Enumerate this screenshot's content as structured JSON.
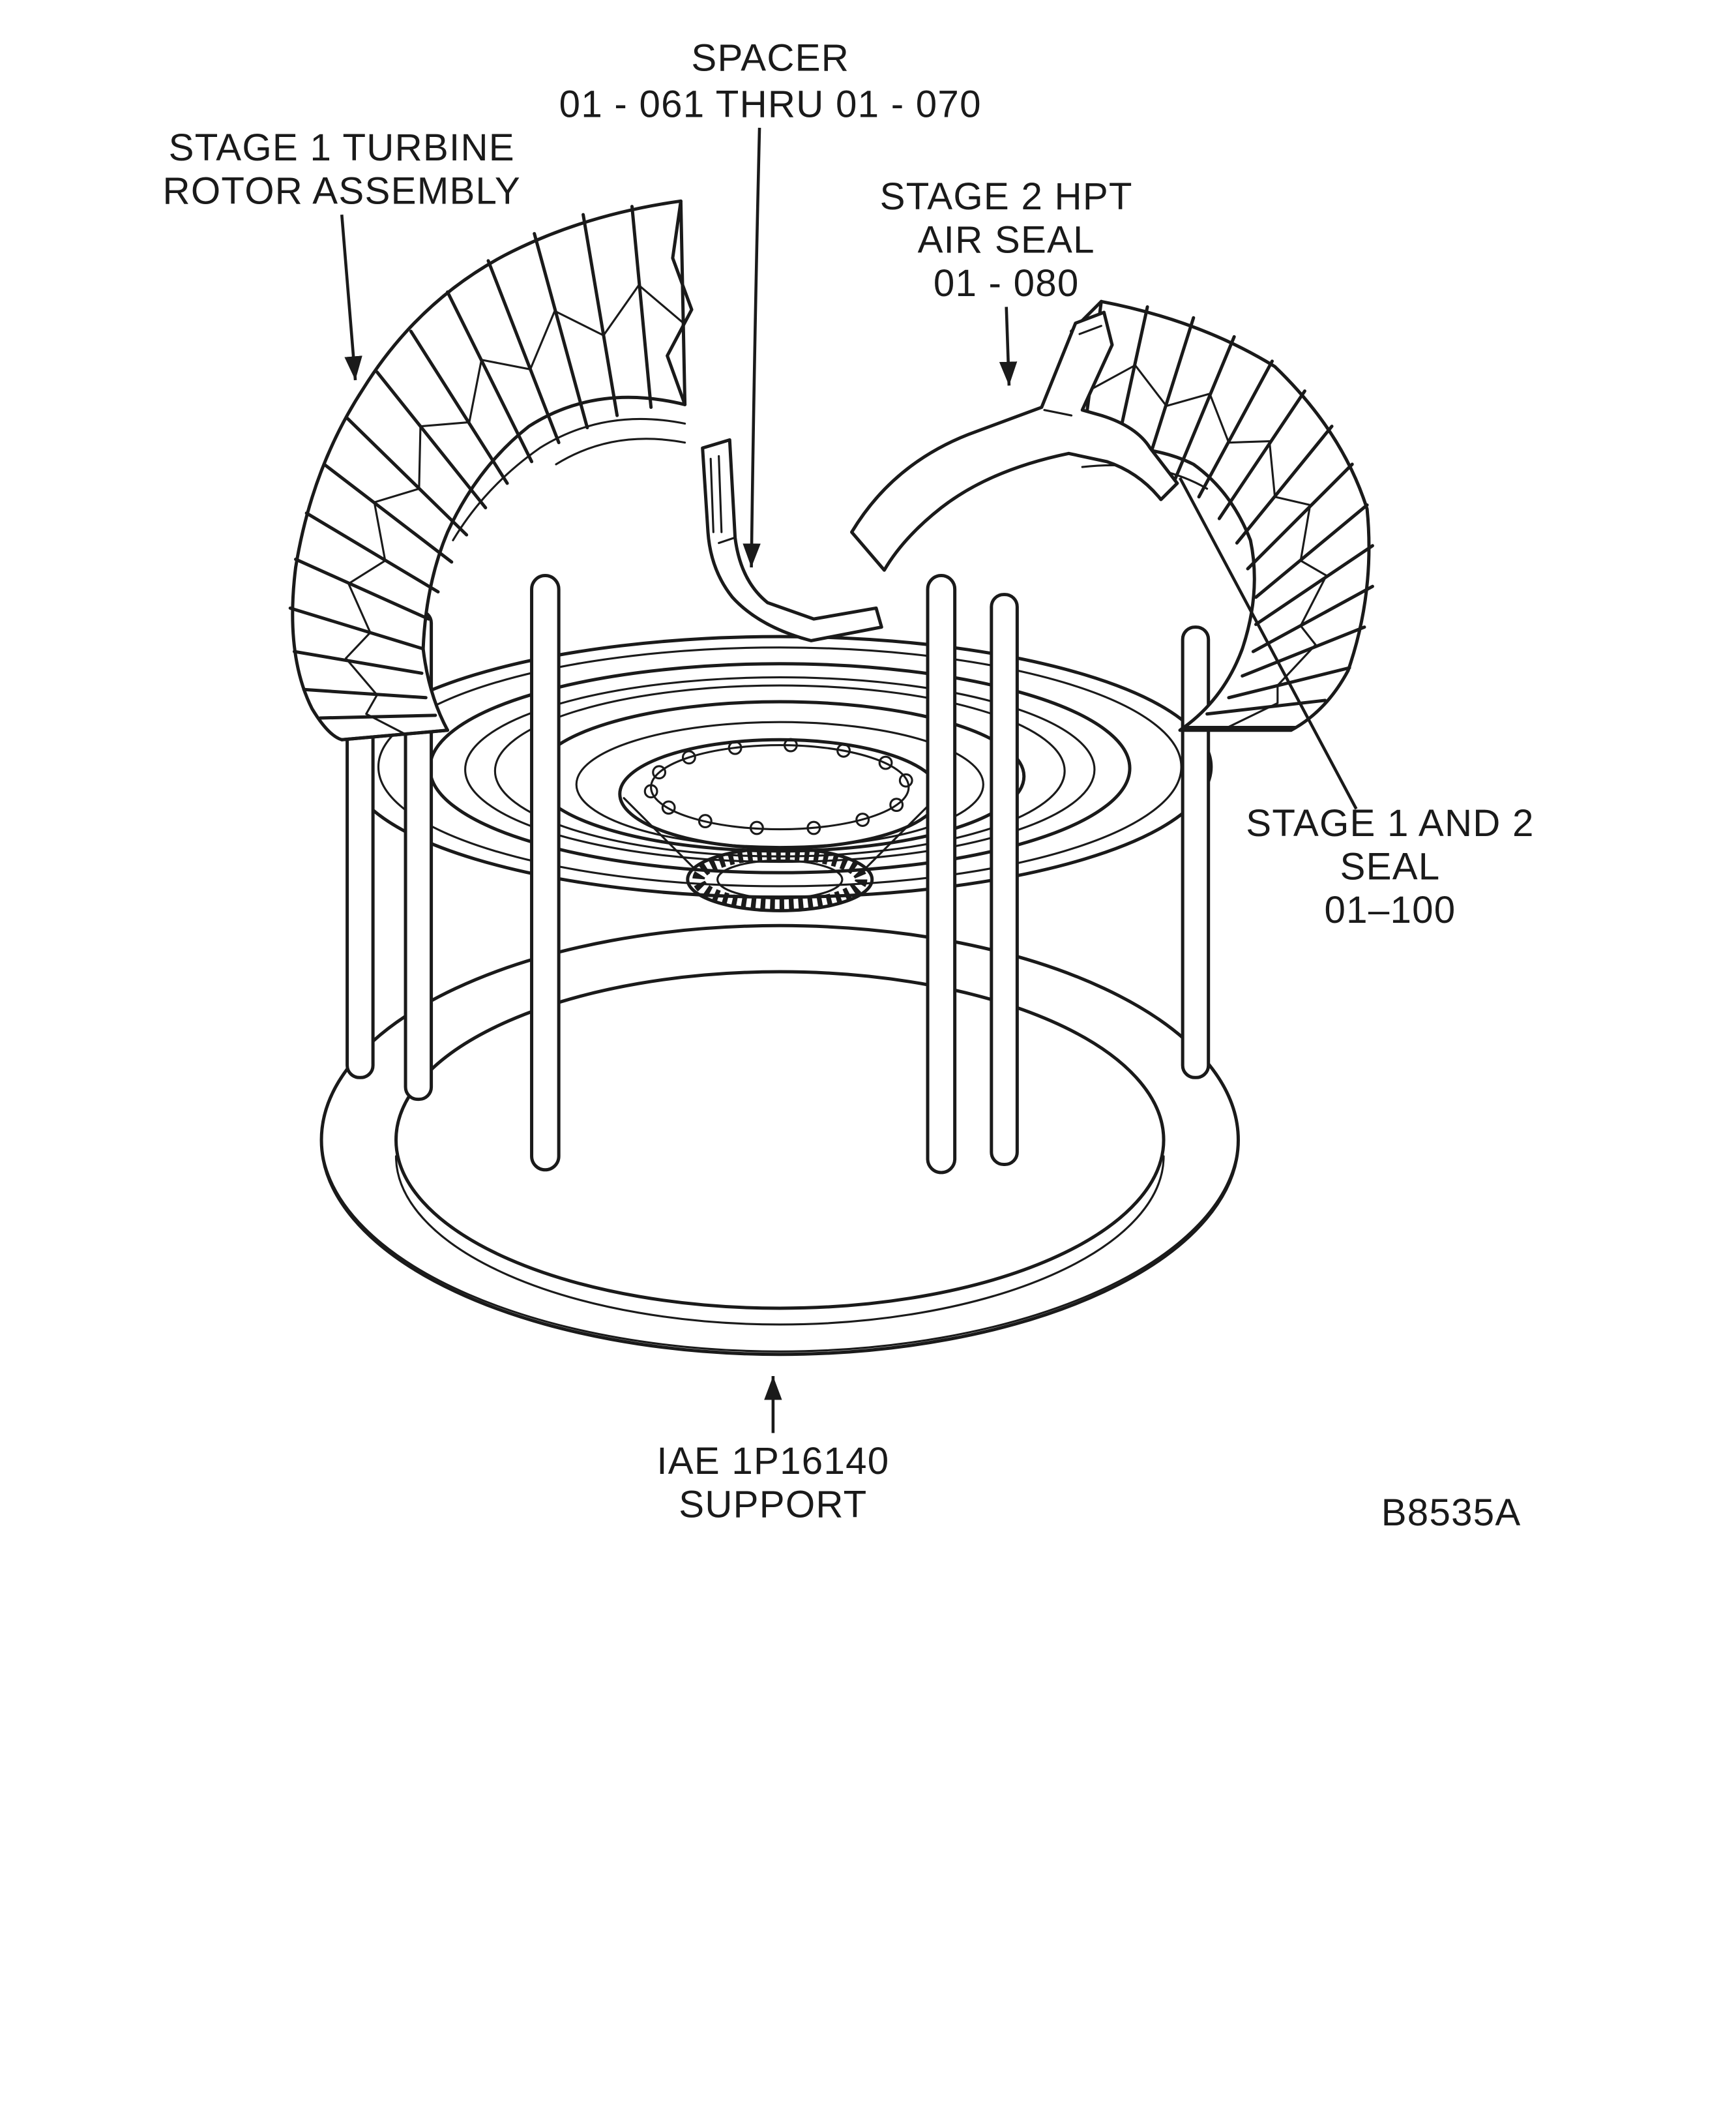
{
  "figure": {
    "type": "technical-diagram",
    "subject": "turbine rotor assembly exploded/cutaway view",
    "labels": {
      "spacer": {
        "line1": "SPACER",
        "line2": "01 - 061 THRU 01 - 070"
      },
      "stage1_rotor": {
        "line1": "STAGE 1 TURBINE",
        "line2": "ROTOR ASSEMBLY"
      },
      "stage2_seal": {
        "line1": "STAGE 2 HPT",
        "line2": "AIR SEAL",
        "line3": "01 - 080"
      },
      "stage12_seal": {
        "line1": "STAGE 1 AND 2",
        "line2": "SEAL",
        "line3": "01–100"
      },
      "support": {
        "line1": "IAE 1P16140",
        "line2": "SUPPORT"
      },
      "figure_code": "B8535A"
    },
    "colors": {
      "ink": "#1a1a1a",
      "background": "#ffffff"
    }
  }
}
